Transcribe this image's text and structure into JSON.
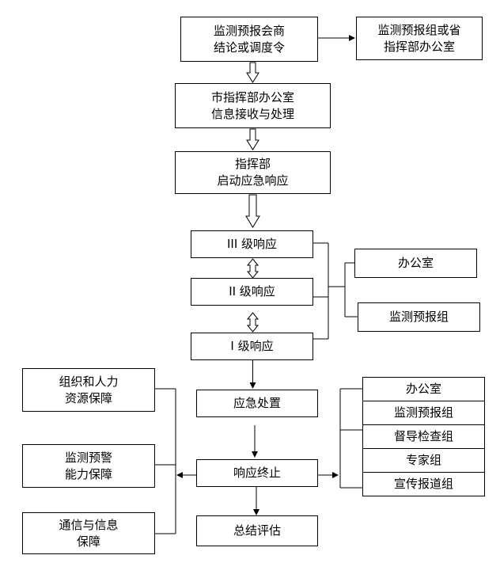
{
  "flow": {
    "consult": {
      "line1": "监测预报会商",
      "line2": "结论或调度令"
    },
    "provincial": {
      "line1": "监测预报组或省",
      "line2": "指挥部办公室"
    },
    "city_office": {
      "line1": "市指挥部办公室",
      "line2": "信息接收与处理"
    },
    "hq": {
      "line1": "指挥部",
      "line2": "启动应急响应"
    },
    "level3": "III 级响应",
    "level2": "II 级响应",
    "level1": "I 级响应",
    "response_groups": [
      "办公室",
      "监测预报组"
    ],
    "disposal": "应急处置",
    "termination": "响应终止",
    "summary": "总结评估",
    "support": [
      {
        "line1": "组织和人力",
        "line2": "资源保障"
      },
      {
        "line1": "监测预警",
        "line2": "能力保障"
      },
      {
        "line1": "通信与信息",
        "line2": "保障"
      }
    ],
    "work_groups": [
      "办公室",
      "监测预报组",
      "督导检查组",
      "专家组",
      "宣传报道组"
    ]
  }
}
